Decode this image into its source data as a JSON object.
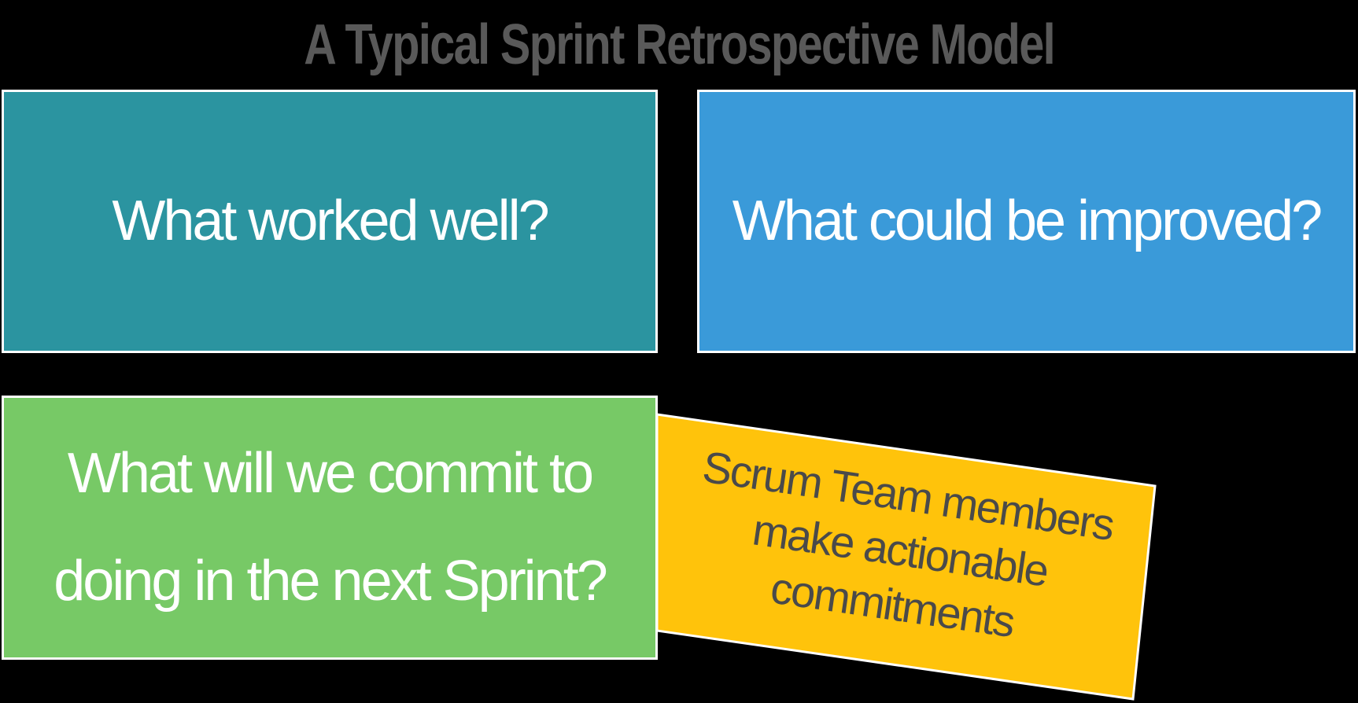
{
  "title": "A Typical Sprint Retrospective Model",
  "colors": {
    "background": "#000000",
    "title_text": "#595959",
    "box_border": "#FFFFFF",
    "box_text": "#FFFFFF",
    "teal_box": "#2B94A0",
    "blue_box": "#3A9AD9",
    "green_box": "#77C966",
    "sticky_note_fill": "#FFC30B",
    "sticky_note_text": "#4A4A4A"
  },
  "boxes": {
    "worked_well": {
      "text": "What worked well?",
      "lines": [
        "What worked well?"
      ]
    },
    "could_improve": {
      "text": "What could be improved?",
      "lines": [
        "What could be improved?"
      ]
    },
    "commit_next": {
      "text": "What will we commit to doing in the next Sprint?",
      "lines": [
        "What will we commit to",
        "doing in the next Sprint?"
      ]
    }
  },
  "sticky_note": {
    "text": "Scrum Team members make actionable commitments",
    "lines": [
      "Scrum Team members",
      "make actionable",
      "commitments"
    ]
  }
}
